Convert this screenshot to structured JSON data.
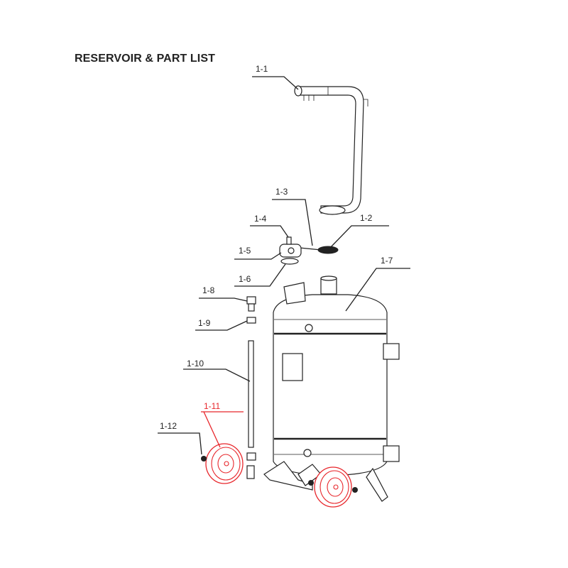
{
  "title": "RESERVOIR & PART LIST",
  "parts": [
    {
      "id": "1-1"
    },
    {
      "id": "1-2"
    },
    {
      "id": "1-3"
    },
    {
      "id": "1-4"
    },
    {
      "id": "1-5"
    },
    {
      "id": "1-6"
    },
    {
      "id": "1-7"
    },
    {
      "id": "1-8"
    },
    {
      "id": "1-9"
    },
    {
      "id": "1-10"
    },
    {
      "id": "1-11"
    },
    {
      "id": "1-12"
    }
  ],
  "highlight_color": "#e8262b",
  "highlighted_part": "1-11"
}
